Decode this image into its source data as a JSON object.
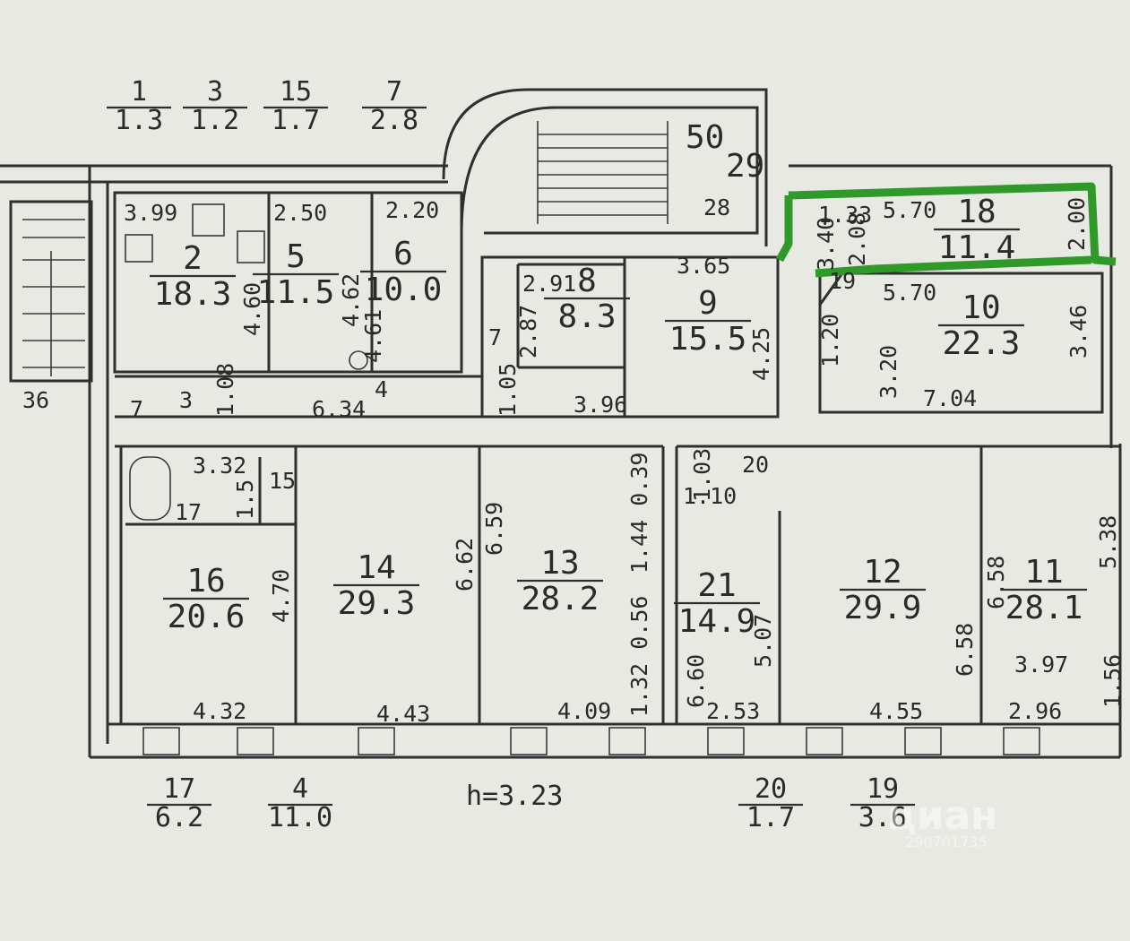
{
  "rooms": [
    {
      "id": "r1",
      "num": "1",
      "area": "1.3"
    },
    {
      "id": "r3",
      "num": "3",
      "area": "1.2"
    },
    {
      "id": "r15",
      "num": "15",
      "area": "1.7"
    },
    {
      "id": "r7",
      "num": "7",
      "area": "2.8"
    },
    {
      "id": "r2",
      "num": "2",
      "area": "18.3"
    },
    {
      "id": "r5",
      "num": "5",
      "area": "11.5"
    },
    {
      "id": "r6",
      "num": "6",
      "area": "10.0"
    },
    {
      "id": "r8",
      "num": "8",
      "area": "8.3"
    },
    {
      "id": "r9",
      "num": "9",
      "area": "15.5"
    },
    {
      "id": "r18",
      "num": "18",
      "area": "11.4"
    },
    {
      "id": "r10",
      "num": "10",
      "area": "22.3"
    },
    {
      "id": "r16",
      "num": "16",
      "area": "20.6"
    },
    {
      "id": "r14",
      "num": "14",
      "area": "29.3"
    },
    {
      "id": "r13",
      "num": "13",
      "area": "28.2"
    },
    {
      "id": "r21",
      "num": "21",
      "area": "14.9"
    },
    {
      "id": "r12",
      "num": "12",
      "area": "29.9"
    },
    {
      "id": "r11",
      "num": "11",
      "area": "28.1"
    },
    {
      "id": "r17",
      "num": "17",
      "area": "6.2"
    },
    {
      "id": "r4",
      "num": "4",
      "area": "11.0"
    },
    {
      "id": "r20",
      "num": "20",
      "area": "1.7"
    },
    {
      "id": "r19",
      "num": "19",
      "area": "3.6"
    }
  ],
  "labels": {
    "stair_50": "50",
    "stair_29": "29",
    "stair_28": "28",
    "corridor_4": "4",
    "corridor_7": "7",
    "left_3": "3",
    "left_7": "7",
    "left_36": "36",
    "small_17": "17",
    "ceiling": "h=3.23",
    "d_399": "3.99",
    "d_250": "2.50",
    "d_220": "2.20",
    "d_460": "4.60",
    "d_462": "4.62",
    "d_461": "4.61",
    "d_291": "2.91",
    "d_287": "2.87",
    "d_365": "3.65",
    "d_425": "4.25",
    "d_133": "1.33",
    "d_570a": "5.70",
    "d_200": "2.00",
    "d_340": "3.40",
    "d_208": "2.08",
    "d_19": "19",
    "d_570b": "5.70",
    "d_346": "3.46",
    "d_320": "3.20",
    "d_120": "1.20",
    "d_704": "7.04",
    "d_108": "1.08",
    "d_634": "6.34",
    "d_105": "1.05",
    "d_396": "3.96",
    "d_332": "3.32",
    "d_15": "15",
    "d_15b": "1.5",
    "d_470": "4.70",
    "d_662": "6.62",
    "d_659": "6.59",
    "d_103": "1.03",
    "d_20": "20",
    "d_110": "1.10",
    "d_144": "1.44 0.39",
    "d_056": "1.32 0.56",
    "d_507": "5.07",
    "d_660": "6.60",
    "d_658a": "6.58",
    "d_658b": "6.58",
    "d_538": "5.38",
    "d_397": "3.97",
    "d_156": "1.56",
    "d_432": "4.32",
    "d_443": "4.43",
    "d_409": "4.09",
    "d_253": "2.53",
    "d_455": "4.55",
    "d_296": "2.96"
  },
  "watermark": {
    "brand": "циан",
    "code": "290701735"
  },
  "colors": {
    "highlight": "#2f9a2a",
    "ink": "#2f2f2f",
    "paper": "#e9e9e4"
  }
}
